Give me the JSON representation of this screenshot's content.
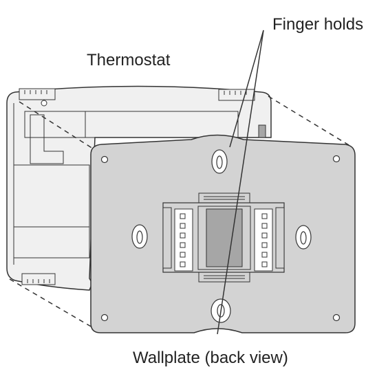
{
  "labels": {
    "finger_holds": "Finger holds",
    "thermostat": "Thermostat",
    "wallplate": "Wallplate (back view)"
  },
  "colors": {
    "outline": "#333333",
    "thermostat_fill": "#f0f0f0",
    "wallplate_fill": "#d3d3d3",
    "wallplate_dark": "#a6a6a6",
    "white": "#ffffff"
  }
}
